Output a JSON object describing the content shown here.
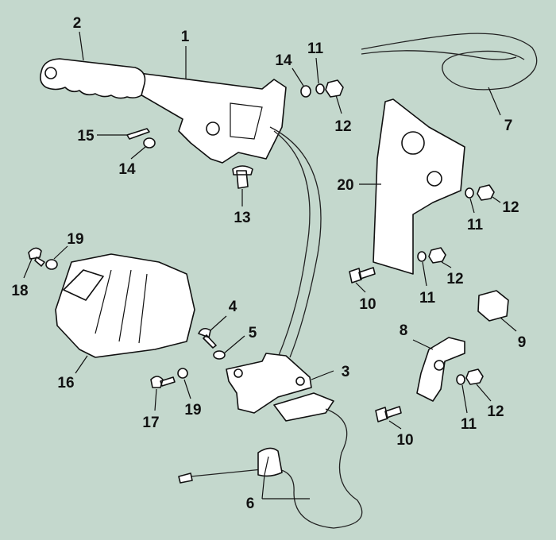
{
  "title": "Handbrake assembly exploded parts diagram",
  "colors": {
    "background": "#c4d8cd",
    "line": "#111111",
    "part_fill": "#ffffff"
  },
  "callouts": [
    "1",
    "2",
    "14",
    "11",
    "12",
    "7",
    "15",
    "14",
    "13",
    "20",
    "11",
    "12",
    "19",
    "18",
    "12",
    "11",
    "10",
    "4",
    "5",
    "3",
    "8",
    "9",
    "16",
    "17",
    "19",
    "10",
    "11",
    "12",
    "6"
  ]
}
